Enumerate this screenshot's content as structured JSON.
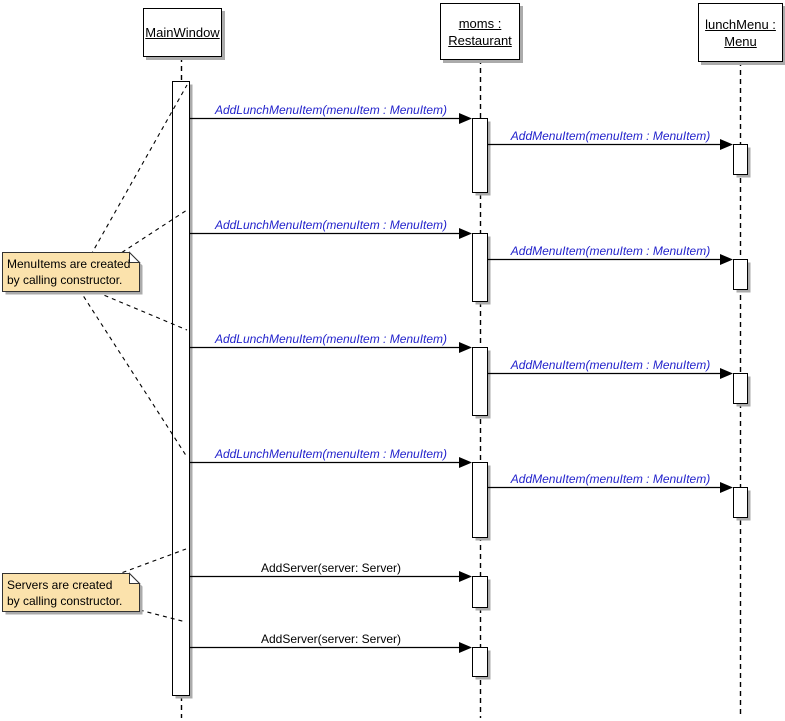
{
  "diagram_type": "uml-sequence-diagram",
  "lifelines": [
    {
      "id": "mainwindow",
      "title_lines": [
        "MainWindow"
      ]
    },
    {
      "id": "moms-restaurant",
      "title_lines": [
        "moms :",
        "Restaurant"
      ]
    },
    {
      "id": "lunchmenu-menu",
      "title_lines": [
        "lunchMenu :",
        "Menu"
      ]
    }
  ],
  "messages": [
    {
      "label": "AddLunchMenuItem(menuItem : MenuItem)",
      "from": "MainWindow",
      "to": "moms : Restaurant",
      "style": "italic-blue"
    },
    {
      "label": "AddMenuItem(menuItem : MenuItem)",
      "from": "moms : Restaurant",
      "to": "lunchMenu : Menu",
      "style": "italic-blue"
    },
    {
      "label": "AddLunchMenuItem(menuItem : MenuItem)",
      "from": "MainWindow",
      "to": "moms : Restaurant",
      "style": "italic-blue"
    },
    {
      "label": "AddMenuItem(menuItem : MenuItem)",
      "from": "moms : Restaurant",
      "to": "lunchMenu : Menu",
      "style": "italic-blue"
    },
    {
      "label": "AddLunchMenuItem(menuItem : MenuItem)",
      "from": "MainWindow",
      "to": "moms : Restaurant",
      "style": "italic-blue"
    },
    {
      "label": "AddMenuItem(menuItem : MenuItem)",
      "from": "moms : Restaurant",
      "to": "lunchMenu : Menu",
      "style": "italic-blue"
    },
    {
      "label": "AddLunchMenuItem(menuItem : MenuItem)",
      "from": "MainWindow",
      "to": "moms : Restaurant",
      "style": "italic-blue"
    },
    {
      "label": "AddMenuItem(menuItem : MenuItem)",
      "from": "moms : Restaurant",
      "to": "lunchMenu : Menu",
      "style": "italic-blue"
    },
    {
      "label": "AddServer(server: Server)",
      "from": "MainWindow",
      "to": "moms : Restaurant",
      "style": "plain-black"
    },
    {
      "label": "AddServer(server: Server)",
      "from": "MainWindow",
      "to": "moms : Restaurant",
      "style": "plain-black"
    }
  ],
  "notes": [
    {
      "lines": [
        "MenuItems are created",
        "by calling constructor."
      ]
    },
    {
      "lines": [
        "Servers are created",
        "by calling constructor."
      ]
    }
  ],
  "colors": {
    "background": "#FFFFFF",
    "line": "#000000",
    "message_text_blue": "#2323CC",
    "plain_text": "#000000",
    "note_fill": "#FBE2AC",
    "note_border": "#333333",
    "shadow": "#ABABAB",
    "activation_fill": "#FFFFFF"
  }
}
